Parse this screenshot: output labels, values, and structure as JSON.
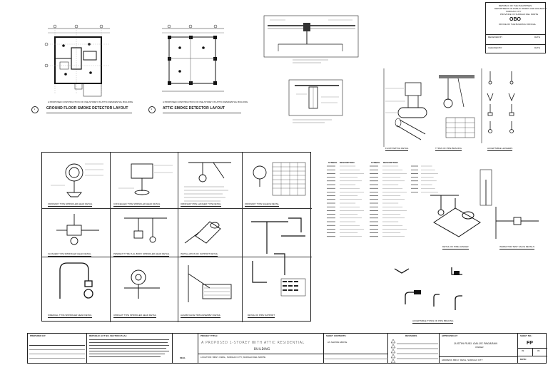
{
  "layouts": {
    "ground": {
      "subtitle": "A PROPOSED CONSTRUCTION OF ONE-STOREY W/ ATTIC RESIDENTIAL BUILDING",
      "title": "GROUND FLOOR SMOKE DETECTOR LAYOUT",
      "marker": "1"
    },
    "attic": {
      "subtitle": "A PROPOSED CONSTRUCTION OF ONE-STOREY W/ ATTIC RESIDENTIAL BUILDING",
      "title": "ATTIC SMOKE DETECTOR LAYOUT",
      "marker": "2"
    }
  },
  "details_panel": {
    "captions": [
      "ORDINARY TYPE SPRINKLER HEAD DETAIL",
      "CONCEALED TYPE SPRINKLER HEAD DETAIL",
      "ORDINARY PIPE HANGER TYPE DETAIL",
      "ORDINARY TYPE SLEEVE DETAIL",
      "FLUSHED TYPE SPRINKLER HEAD DETAIL",
      "PENDENT TYPE FULL BODY SPRINKLER HEAD DETAIL",
      "INSTALLATION OF SUPPORT DETAIL",
      "SIDEWALL TYPE SPRINKLER HEAD DETAIL",
      "UPRIGHT TYPE SPRINKLER HEAD DETAIL",
      "ALARM VALVE TRIM ASSEMBLY DETAIL",
      "DETAIL OF PIPE SUPPORT"
    ]
  },
  "right_details": {
    "captions": [
      "FLOW SWITCH DETAIL",
      "TYPES OF PIPE BRACING",
      "ACCEPTABLE HANGERS",
      "DETAIL OF PIPE HANGER",
      "INSPECTOR TEST VALVE DETAILS",
      "ACCEPTABLE TYPES OF PIPE BRACING"
    ]
  },
  "legend": {
    "headers": [
      "SYMBOL",
      "DESCRIPTION"
    ]
  },
  "stamp": {
    "lines": [
      "REPUBLIC OF THE PHILIPPINES",
      "DEPARTMENT OF PUBLIC WORKS AND HIGHWAYS",
      "SURIGAO CITY",
      "PROVINCE OF SURIGAO DEL NORTE"
    ],
    "office": "OBO",
    "office_sub": "OFFICE OF THE BUILDING OFFICIAL",
    "received": "RECEIVED BY",
    "checked": "CHECKED BY",
    "date": "DATE"
  },
  "title_block": {
    "prepared_by": "PREPARED BY:",
    "republic_act": "REPUBLIC ACT NO.        SECTION 25 (A):",
    "seal": "SEAL",
    "project_title_label": "PROJECT TITLE:",
    "project_title": "A PROPOSED 1-STOREY WITH ATTIC RESIDENTIAL",
    "project_title_2": "BUILDING",
    "location": "LOCATION: BRGY. RIZAL, SURIGAO CITY, SURIGAO DEL NORTE",
    "sheet_contents_label": "SHEET CONTENTS:",
    "sheet_contents": "AS SHOWN ABOVE",
    "revisions_label": "REVISIONS",
    "approved_by_label": "APPROVED BY:",
    "approved_name": "JUSTIN RUEL GALOS PAGARAN",
    "approved_role": "OWNER",
    "address": "ADDRESS: BRGY. RIZAL, SURIGAO CITY",
    "sheet_no_label": "SHEET NO.:",
    "sheet_code": "FP",
    "sheet_num": "09",
    "sheet_total": "09",
    "date_label": "DATE:"
  }
}
